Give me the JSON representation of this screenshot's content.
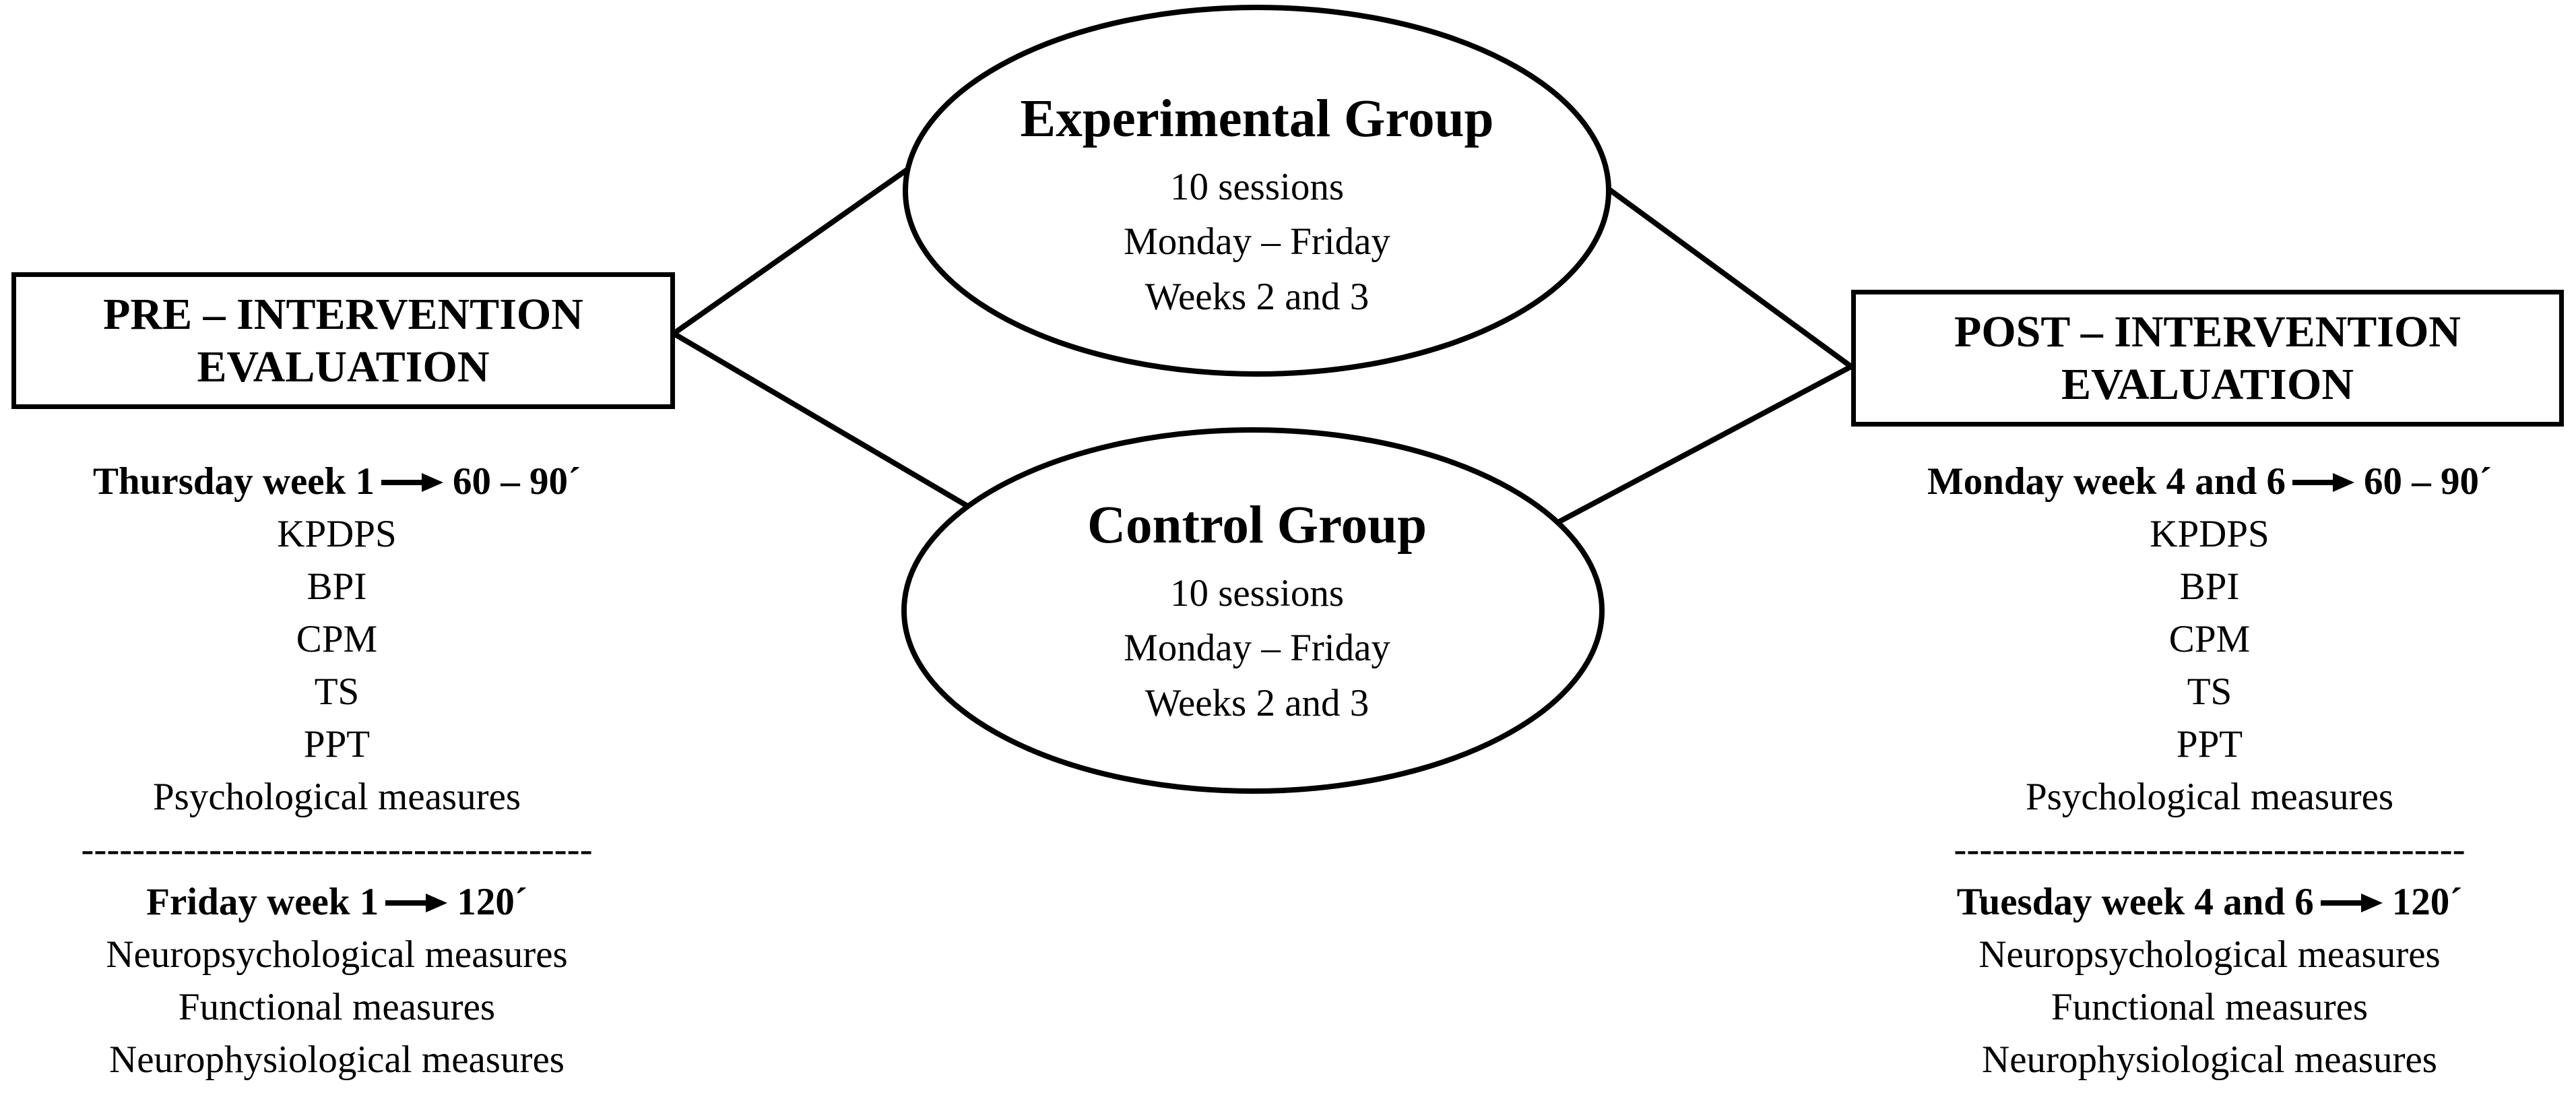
{
  "pre": {
    "title_line1": "PRE – INTERVENTION",
    "title_line2": "EVALUATION",
    "session1": {
      "label": "Thursday week 1",
      "duration": "60 – 90´",
      "items": [
        "KPDPS",
        "BPI",
        "CPM",
        "TS",
        "PPT",
        "Psychological measures"
      ]
    },
    "separator": "----------------------------------------",
    "session2": {
      "label": "Friday week 1",
      "duration": "120´",
      "items": [
        "Neuropsychological measures",
        "Functional measures",
        "Neurophysiological measures"
      ]
    }
  },
  "experimental": {
    "title": "Experimental Group",
    "lines": [
      "10 sessions",
      "Monday – Friday",
      "Weeks 2 and 3"
    ]
  },
  "control": {
    "title": "Control Group",
    "lines": [
      "10 sessions",
      "Monday – Friday",
      "Weeks 2 and 3"
    ]
  },
  "post": {
    "title_line1": "POST – INTERVENTION",
    "title_line2": "EVALUATION",
    "session1": {
      "label": "Monday week 4 and 6",
      "duration": "60 – 90´",
      "items": [
        "KPDPS",
        "BPI",
        "CPM",
        "TS",
        "PPT",
        "Psychological measures"
      ]
    },
    "separator": "----------------------------------------",
    "session2": {
      "label": "Tuesday week 4 and 6",
      "duration": "120´",
      "items": [
        "Neuropsychological measures",
        "Functional measures",
        "Neurophysiological measures"
      ]
    }
  }
}
